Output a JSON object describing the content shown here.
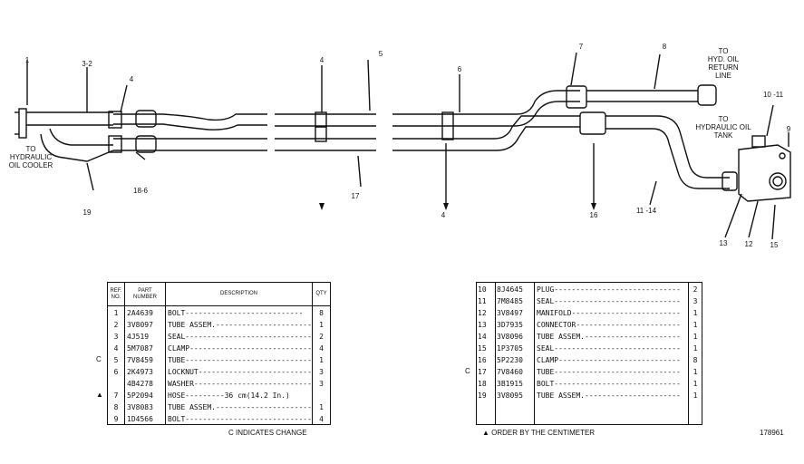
{
  "callouts": {
    "c1": "1",
    "c3_2": "3-2",
    "c4a": "4",
    "c4b": "4",
    "c5": "5",
    "c6": "6",
    "c7": "7",
    "c8": "8",
    "c4c": "4",
    "c18_6": "18-6",
    "c19": "19",
    "c17": "17",
    "c16": "16",
    "c11_14": "11 -14",
    "c10_11": "10 -11",
    "c9": "9",
    "c13": "13",
    "c12": "12",
    "c15": "15"
  },
  "destinations": {
    "oil_cooler": "TO\nHYDRAULIC\nOIL COOLER",
    "return_line": "TO\nHYD. OIL\nRETURN\nLINE",
    "tank": "TO\nHYDRAULIC OIL\nTANK"
  },
  "table_left": {
    "headers": {
      "ref": "REF.\nNO.",
      "part": "PART\nNUMBER",
      "desc": "DESCRIPTION",
      "qty": "QTY"
    },
    "rows": [
      {
        "mark": "",
        "ref": "1",
        "part": "2A4639",
        "desc": "BOLT---------------------------",
        "qty": "8"
      },
      {
        "mark": "",
        "ref": "2",
        "part": "3V8097",
        "desc": "TUBE ASSEM.----------------------",
        "qty": "1"
      },
      {
        "mark": "",
        "ref": "3",
        "part": "4J519",
        "desc": "SEAL-----------------------------",
        "qty": "2"
      },
      {
        "mark": "",
        "ref": "4",
        "part": "5M7087",
        "desc": "CLAMP----------------------------",
        "qty": "4"
      },
      {
        "mark": "C",
        "ref": "5",
        "part": "7V8459",
        "desc": "TUBE-----------------------------",
        "qty": "1"
      },
      {
        "mark": "",
        "ref": "6",
        "part": "2K4973",
        "desc": "LOCKNUT--------------------------",
        "qty": "3"
      },
      {
        "mark": "",
        "ref": "",
        "part": "4B4278",
        "desc": "WASHER---------------------------",
        "qty": "3"
      },
      {
        "mark": "▲",
        "ref": "7",
        "part": "5P2094",
        "desc": "HOSE---------36 cm(14.2 In.)",
        "qty": ""
      },
      {
        "mark": "",
        "ref": "8",
        "part": "3V8083",
        "desc": "TUBE ASSEM.----------------------",
        "qty": "1"
      },
      {
        "mark": "",
        "ref": "9",
        "part": "1D4566",
        "desc": "BOLT-----------------------------",
        "qty": "4"
      }
    ],
    "footnote": "C INDICATES CHANGE"
  },
  "table_right": {
    "rows": [
      {
        "mark": "",
        "ref": "10",
        "part": "8J4645",
        "desc": "PLUG-----------------------------",
        "qty": "2"
      },
      {
        "mark": "",
        "ref": "11",
        "part": "7M8485",
        "desc": "SEAL-----------------------------",
        "qty": "3"
      },
      {
        "mark": "",
        "ref": "12",
        "part": "3V8497",
        "desc": "MANIFOLD-------------------------",
        "qty": "1"
      },
      {
        "mark": "",
        "ref": "13",
        "part": "3D7935",
        "desc": "CONNECTOR------------------------",
        "qty": "1"
      },
      {
        "mark": "",
        "ref": "14",
        "part": "3V8096",
        "desc": "TUBE ASSEM.----------------------",
        "qty": "1"
      },
      {
        "mark": "",
        "ref": "15",
        "part": "1P3705",
        "desc": "SEAL-----------------------------",
        "qty": "1"
      },
      {
        "mark": "",
        "ref": "16",
        "part": "5P2230",
        "desc": "CLAMP----------------------------",
        "qty": "8"
      },
      {
        "mark": "C",
        "ref": "17",
        "part": "7V8460",
        "desc": "TUBE-----------------------------",
        "qty": "1"
      },
      {
        "mark": "",
        "ref": "18",
        "part": "3B1915",
        "desc": "BOLT-----------------------------",
        "qty": "1"
      },
      {
        "mark": "",
        "ref": "19",
        "part": "3V8095",
        "desc": "TUBE ASSEM.----------------------",
        "qty": "1"
      }
    ],
    "footnote": "▲ ORDER BY THE CENTIMETER"
  },
  "figure_number": "178961"
}
